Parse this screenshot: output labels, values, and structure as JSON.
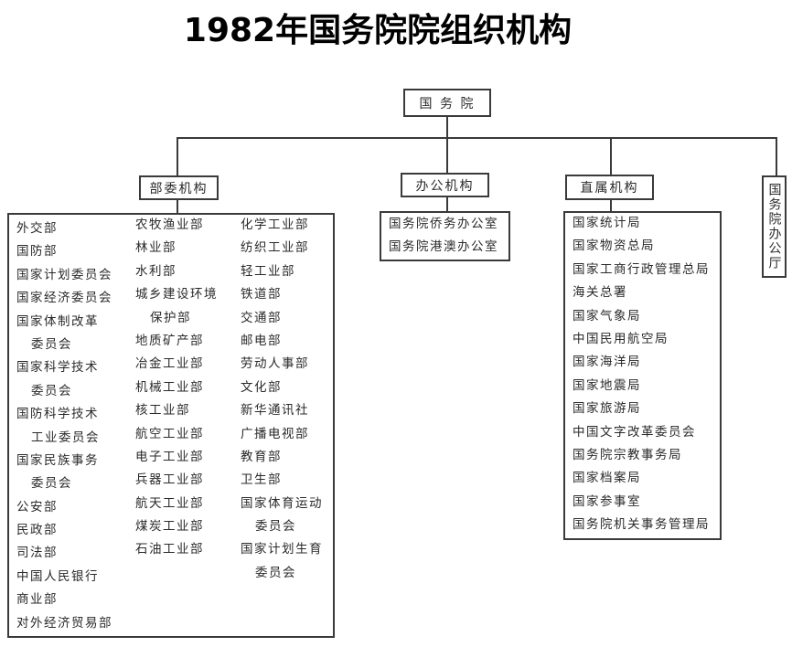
{
  "title": "1982年国务院院组织机构",
  "root": {
    "label": "国 务 院"
  },
  "branches": {
    "ministries": {
      "label": "部委机构",
      "columns": [
        [
          {
            "text": "外交部",
            "indent": false
          },
          {
            "text": "国防部",
            "indent": false
          },
          {
            "text": "国家计划委员会",
            "indent": false
          },
          {
            "text": "国家经济委员会",
            "indent": false
          },
          {
            "text": "国家体制改革",
            "indent": false
          },
          {
            "text": "委员会",
            "indent": true
          },
          {
            "text": "国家科学技术",
            "indent": false
          },
          {
            "text": "委员会",
            "indent": true
          },
          {
            "text": "国防科学技术",
            "indent": false
          },
          {
            "text": "工业委员会",
            "indent": true
          },
          {
            "text": "国家民族事务",
            "indent": false
          },
          {
            "text": "委员会",
            "indent": true
          },
          {
            "text": "公安部",
            "indent": false
          },
          {
            "text": "民政部",
            "indent": false
          },
          {
            "text": "司法部",
            "indent": false
          },
          {
            "text": "中国人民银行",
            "indent": false
          },
          {
            "text": "商业部",
            "indent": false
          },
          {
            "text": "对外经济贸易部",
            "indent": false
          }
        ],
        [
          {
            "text": "农牧渔业部",
            "indent": false
          },
          {
            "text": "林业部",
            "indent": false
          },
          {
            "text": "水利部",
            "indent": false
          },
          {
            "text": "城乡建设环境",
            "indent": false
          },
          {
            "text": "保护部",
            "indent": true
          },
          {
            "text": "地质矿产部",
            "indent": false
          },
          {
            "text": "冶金工业部",
            "indent": false
          },
          {
            "text": "机械工业部",
            "indent": false
          },
          {
            "text": "核工业部",
            "indent": false
          },
          {
            "text": "航空工业部",
            "indent": false
          },
          {
            "text": "电子工业部",
            "indent": false
          },
          {
            "text": "兵器工业部",
            "indent": false
          },
          {
            "text": "航天工业部",
            "indent": false
          },
          {
            "text": "煤炭工业部",
            "indent": false
          },
          {
            "text": "石油工业部",
            "indent": false
          }
        ],
        [
          {
            "text": "化学工业部",
            "indent": false
          },
          {
            "text": "纺织工业部",
            "indent": false
          },
          {
            "text": "轻工业部",
            "indent": false
          },
          {
            "text": "铁道部",
            "indent": false
          },
          {
            "text": "交通部",
            "indent": false
          },
          {
            "text": "邮电部",
            "indent": false
          },
          {
            "text": "劳动人事部",
            "indent": false
          },
          {
            "text": "文化部",
            "indent": false
          },
          {
            "text": "新华通讯社",
            "indent": false
          },
          {
            "text": "广播电视部",
            "indent": false
          },
          {
            "text": "教育部",
            "indent": false
          },
          {
            "text": "卫生部",
            "indent": false
          },
          {
            "text": "国家体育运动",
            "indent": false
          },
          {
            "text": "委员会",
            "indent": true
          },
          {
            "text": "国家计划生育",
            "indent": false
          },
          {
            "text": "委员会",
            "indent": true
          }
        ]
      ]
    },
    "offices": {
      "label": "办公机构",
      "items": [
        "国务院侨务办公室",
        "国务院港澳办公室"
      ]
    },
    "direct": {
      "label": "直属机构",
      "items": [
        "国家统计局",
        "国家物资总局",
        "国家工商行政管理总局",
        "海关总署",
        "国家气象局",
        "中国民用航空局",
        "国家海洋局",
        "国家地震局",
        "国家旅游局",
        "中国文字改革委员会",
        "国务院宗教事务局",
        "国家档案局",
        "国家参事室",
        "国务院机关事务管理局"
      ]
    },
    "general_office": {
      "label": "国务院办公厅"
    }
  },
  "colors": {
    "line": "#3a3a3a",
    "text": "#2a2a2a",
    "title": "#000000"
  }
}
